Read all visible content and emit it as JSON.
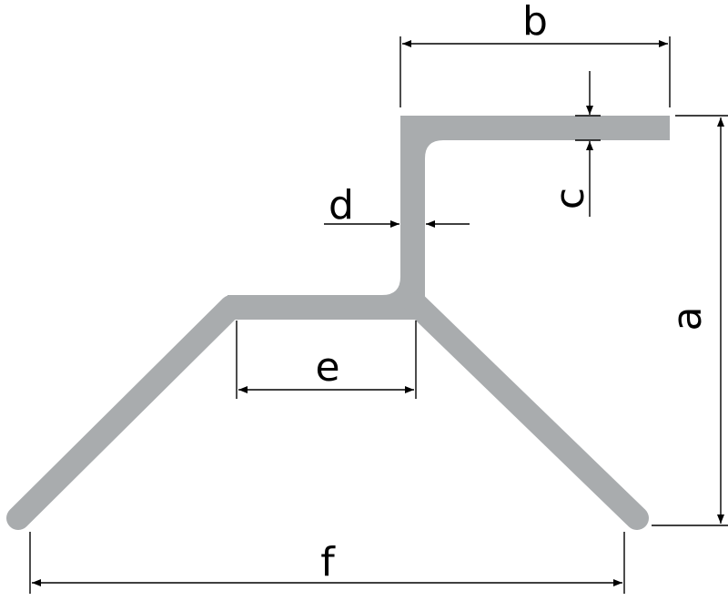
{
  "colors": {
    "profile": "#a9acae",
    "dimension": "#000000",
    "background": "#ffffff"
  },
  "labels": {
    "a": "a",
    "b": "b",
    "c": "c",
    "d": "d",
    "e": "e",
    "f": "f"
  }
}
